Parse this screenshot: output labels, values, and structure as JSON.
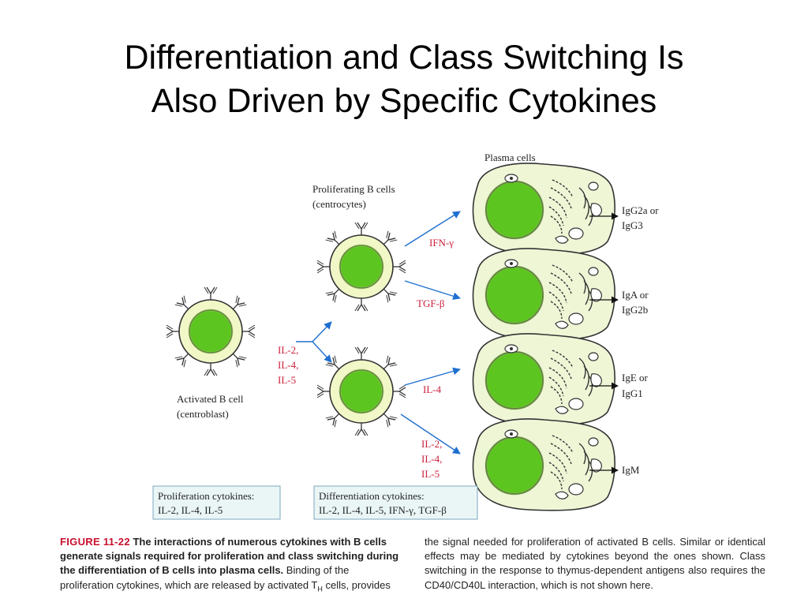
{
  "title": {
    "line1": "Differentiation and Class Switching Is",
    "line2": "Also Driven by Specific Cytokines"
  },
  "diagram": {
    "plasma_label": "Plasma cells",
    "proliferating_label_line1": "Proliferating B cells",
    "proliferating_label_line2": "(centrocytes)",
    "activated_label_line1": "Activated B cell",
    "activated_label_line2": "(centroblast)",
    "prolif_cytokines": {
      "line1": "IL-2,",
      "line2": "IL-4,",
      "line3": "IL-5"
    },
    "arrows": {
      "ifn": "IFN-γ",
      "tgf": "TGF-β",
      "il4": "IL-4",
      "lower_line1": "IL-2,",
      "lower_line2": "IL-4,",
      "lower_line3": "IL-5"
    },
    "outputs": {
      "out1_line1": "IgG2a or",
      "out1_line2": "IgG3",
      "out2_line1": "IgA or",
      "out2_line2": "IgG2b",
      "out3_line1": "IgE or",
      "out3_line2": "IgG1",
      "out4_line1": "IgM"
    },
    "legend_proliferation": {
      "heading": "Proliferation cytokines:",
      "items": "IL-2, IL-4, IL-5"
    },
    "legend_differentiation": {
      "heading": "Differentiation cytokines:",
      "items": "IL-2, IL-4, IL-5, IFN-γ, TGF-β"
    }
  },
  "caption": {
    "figure_number": "FIGURE 11-22",
    "bold_text": "The interactions of numerous cytokines with B cells generate signals required for proliferation and class switching during the differentiation of B cells into plasma cells.",
    "left_text_1": "Binding of the proliferation cytokines, which are released by activated T",
    "left_subscript": "H",
    "left_text_2": " cells, provides",
    "right_text": "the signal needed for proliferation of activated B cells. Similar or identical effects may be mediated by cytokines beyond the ones shown. Class switching in the response to thymus-dependent antigens also requires the CD40/CD40L interaction, which is not shown here."
  },
  "colors": {
    "nucleus_green": "#5cc51f",
    "cytoplasm": "#f2f7c8",
    "plasma_cytoplasm": "#eef6d6",
    "arrow_blue": "#1f6fd0",
    "cytokine_red": "#cc1f3c",
    "legend_fill": "#eaf6f6"
  }
}
